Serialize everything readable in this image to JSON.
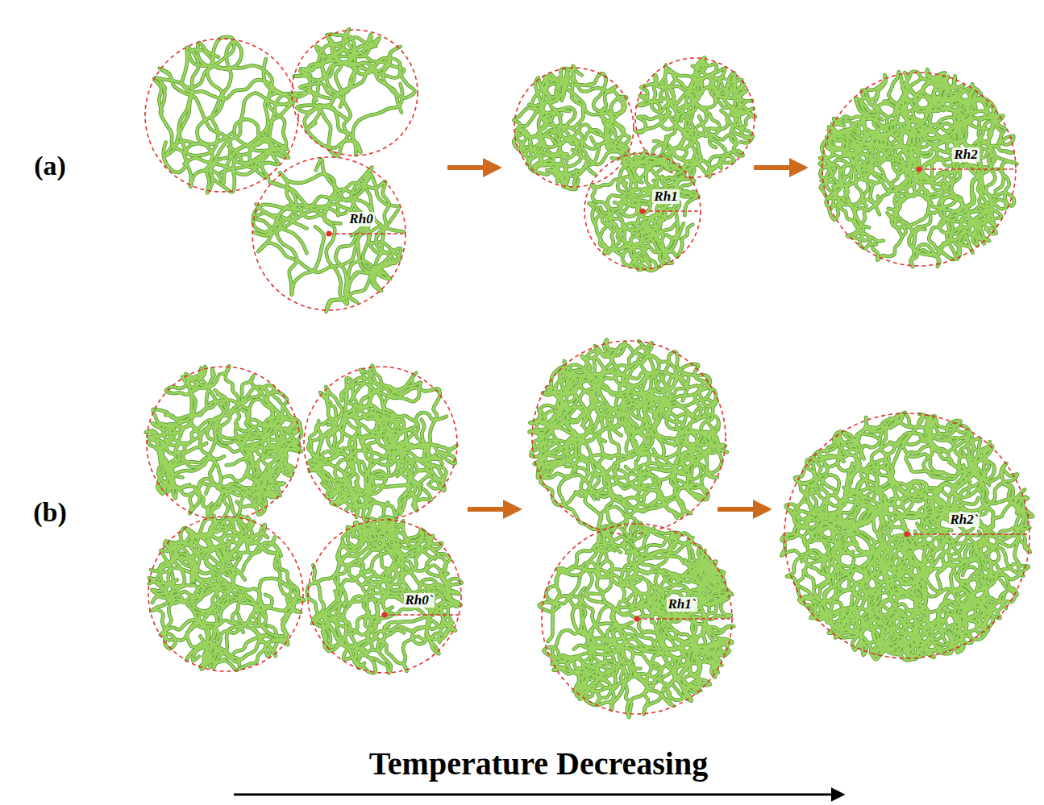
{
  "diagram": {
    "labels": [
      "(a)",
      "(b)",
      "Rh0",
      "Rh1",
      "Rh2",
      "Rh0`",
      "Rh1`",
      "Rh2`",
      "Temperature Decreasing"
    ]
  }
}
